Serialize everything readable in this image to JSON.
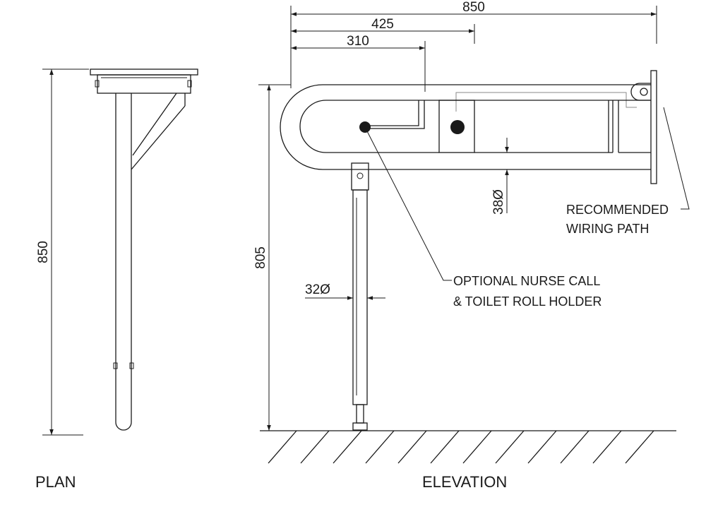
{
  "plan": {
    "label": "PLAN",
    "dim_height": "850"
  },
  "elevation": {
    "label": "ELEVATION",
    "dim_overall": "850",
    "dim_holder": "425",
    "dim_handle": "310",
    "dim_height": "805",
    "dim_rail_dia": "38Ø",
    "dim_leg_dia": "32Ø",
    "callout_wiring": [
      "RECOMMENDED",
      "WIRING PATH"
    ],
    "callout_holder": [
      "OPTIONAL NURSE CALL",
      "& TOILET ROLL HOLDER"
    ]
  },
  "colors": {
    "line": "#1a1a1a",
    "hidden": "#8a8a8a",
    "background": "#ffffff"
  }
}
